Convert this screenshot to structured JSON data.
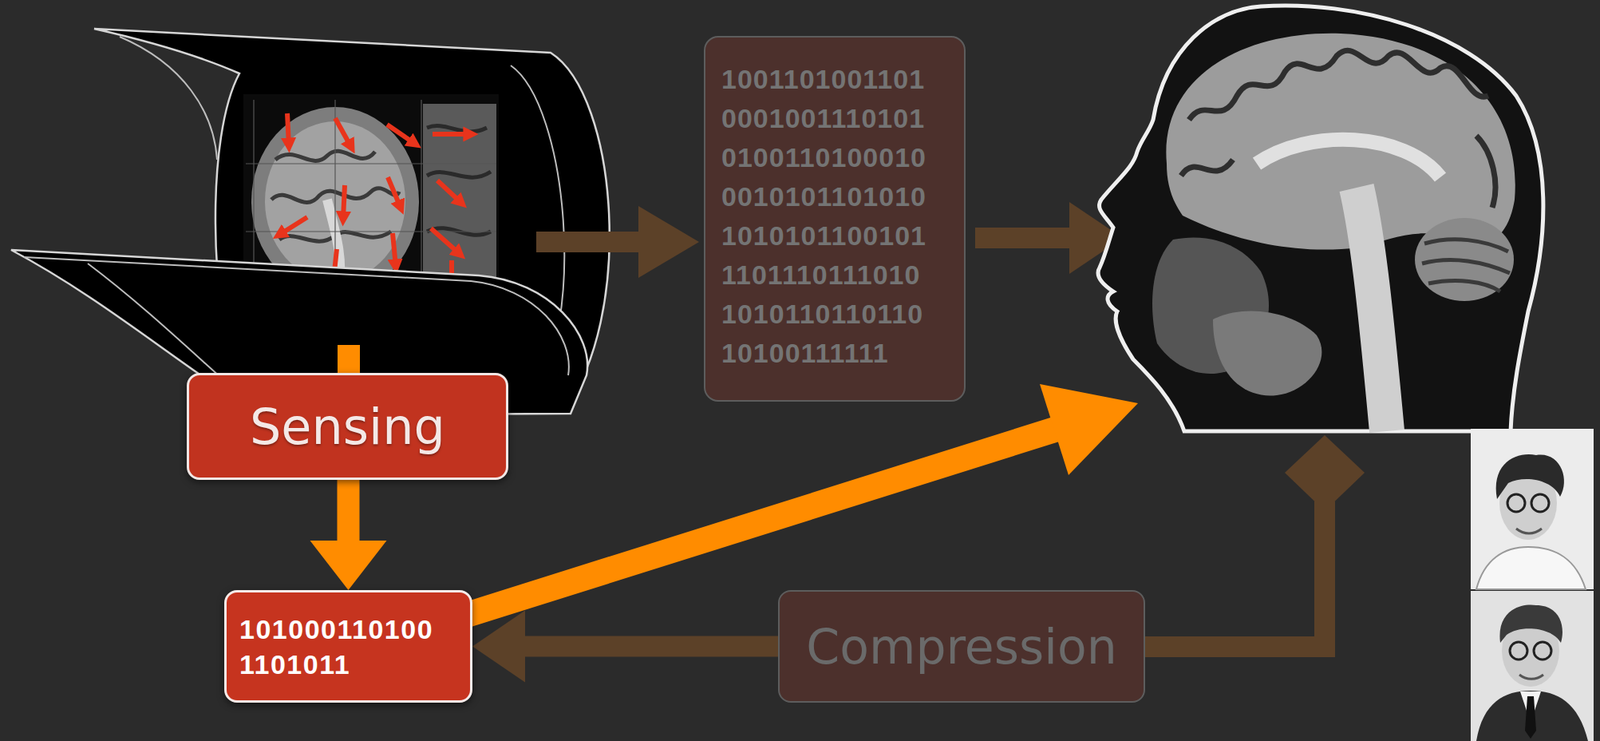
{
  "diagram": {
    "nodes": [
      {
        "text": [
          "1001101001101 0001001110101 0100110100010 0010101101010 1010101100101 1101110111010 1010110110110 10100111111"
        ]
      },
      {
        "text": [
          "Sensing"
        ]
      },
      {
        "text": [
          "101000110100 1101011"
        ]
      },
      {
        "text": [
          "Compression"
        ]
      }
    ],
    "edges": [
      {
        "from": 1,
        "to": 2,
        "arrow": "to"
      },
      {
        "from": 3,
        "to": 2,
        "arrow": "to"
      }
    ]
  }
}
